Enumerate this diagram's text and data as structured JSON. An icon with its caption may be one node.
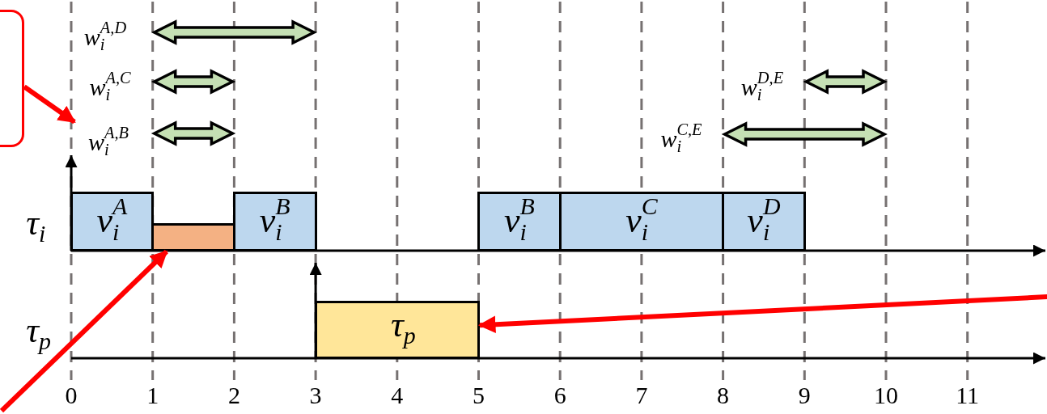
{
  "diagram": {
    "nodes": [
      {
        "text": [],
        "shape": "box"
      },
      {
        "text": [
          "w$_{i}$$^{A,B}$"
        ]
      },
      {
        "text": [
          "v$_{i}$$^{A}$"
        ]
      },
      {
        "text": [],
        "shape": "bar"
      },
      {
        "text": [
          "v$_{i}$$^{B}$"
        ]
      },
      {
        "text": [
          "v$_{i}$$^{B}$"
        ]
      },
      {
        "text": [
          "v$_{i}$$^{C}$"
        ]
      },
      {
        "text": [
          "v$_{i}$$^{D}$"
        ]
      },
      {
        "text": [
          "τ$_{p}$"
        ]
      }
    ],
    "edges": [
      {
        "from": 0,
        "to": 1,
        "arrow": "to"
      },
      {
        "from": null,
        "to": 3,
        "arrow": "to"
      },
      {
        "from": null,
        "to": 8,
        "arrow": "to"
      }
    ],
    "labels": [
      "w$_{i}$$^{A,D}$",
      "w$_{i}$$^{A,C}$",
      "w$_{i}$$^{D,E}$",
      "w$_{i}$$^{C,E}$",
      "τ$_{i}$",
      "τ$_{p}$",
      "0",
      "1",
      "2",
      "3",
      "4",
      "5",
      "6",
      "7",
      "8",
      "9",
      "10",
      "11"
    ]
  }
}
